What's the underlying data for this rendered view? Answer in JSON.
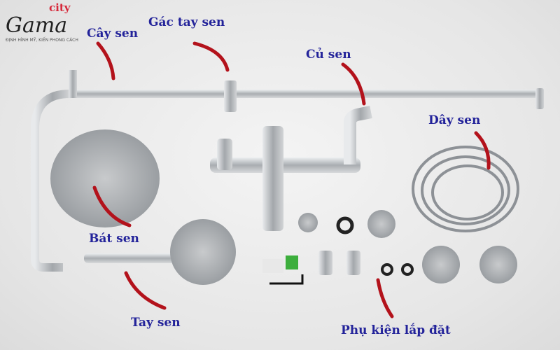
{
  "logo": {
    "name": "Gama",
    "accent": "city",
    "tagline": "ĐỊNH HÌNH MỸ, KIẾN PHONG CÁCH"
  },
  "labels": {
    "cay_sen": "Cây sen",
    "gac_tay_sen": "Gác tay sen",
    "cu_sen": "Củ sen",
    "day_sen": "Dây sen",
    "bat_sen": "Bát sen",
    "tay_sen": "Tay sen",
    "phu_kien": "Phụ kiện lắp đặt"
  },
  "colors": {
    "label": "#23239a",
    "arrow": "#b3121b",
    "steel": "#b9bcbf"
  }
}
